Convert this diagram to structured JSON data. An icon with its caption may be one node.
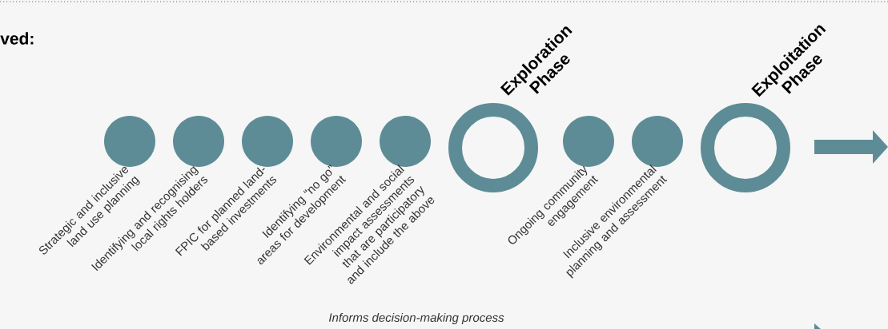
{
  "diagram": {
    "title": "ved:",
    "nodes": [
      {
        "text": [
          "Strategic and inclusive land use planning"
        ]
      },
      {
        "text": [
          "Identifying and recognising local rights holders"
        ]
      },
      {
        "text": [
          "FPIC for planned land-based investments"
        ]
      },
      {
        "text": [
          "Identifying “no go” areas for development"
        ]
      },
      {
        "text": [
          "Environmental and social impact assessments that are participatory and include the above"
        ]
      },
      {
        "text": [
          "Exploration Phase"
        ]
      },
      {
        "text": [
          "Ongoing community engagement"
        ]
      },
      {
        "text": [
          "Inclusive environmental planning and assessment"
        ]
      },
      {
        "text": [
          "Exploitation Phase"
        ]
      }
    ],
    "labels": [
      "Informs decision-making process"
    ]
  }
}
